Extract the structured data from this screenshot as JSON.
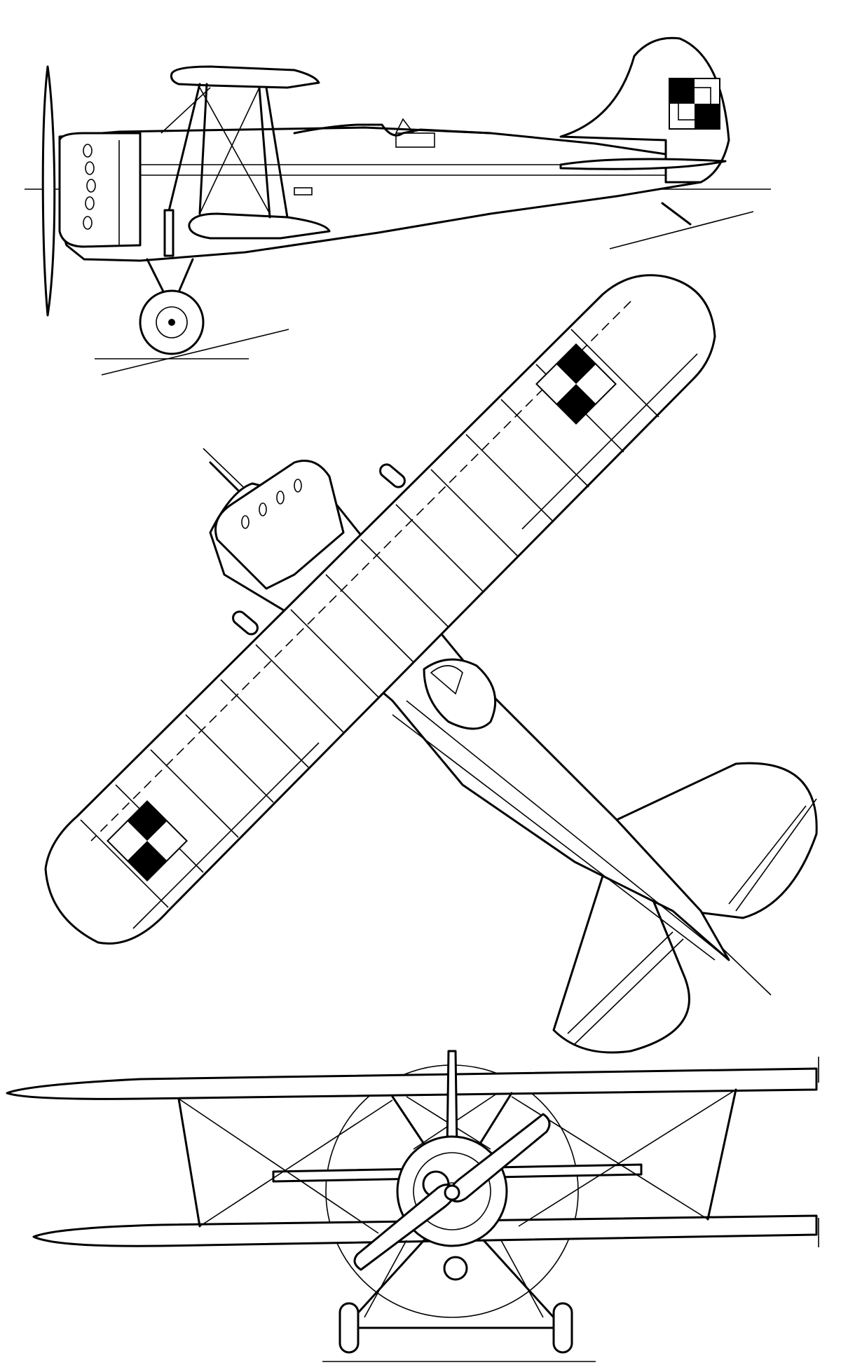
{
  "figure": {
    "views": [
      "side-view",
      "plan-view",
      "front-view"
    ],
    "markings": {
      "insignia": "checkerboard",
      "insignia_colors": [
        "#000000",
        "#ffffff"
      ],
      "insignia_count": 3
    },
    "line_color": "#000000",
    "background": "#ffffff"
  }
}
